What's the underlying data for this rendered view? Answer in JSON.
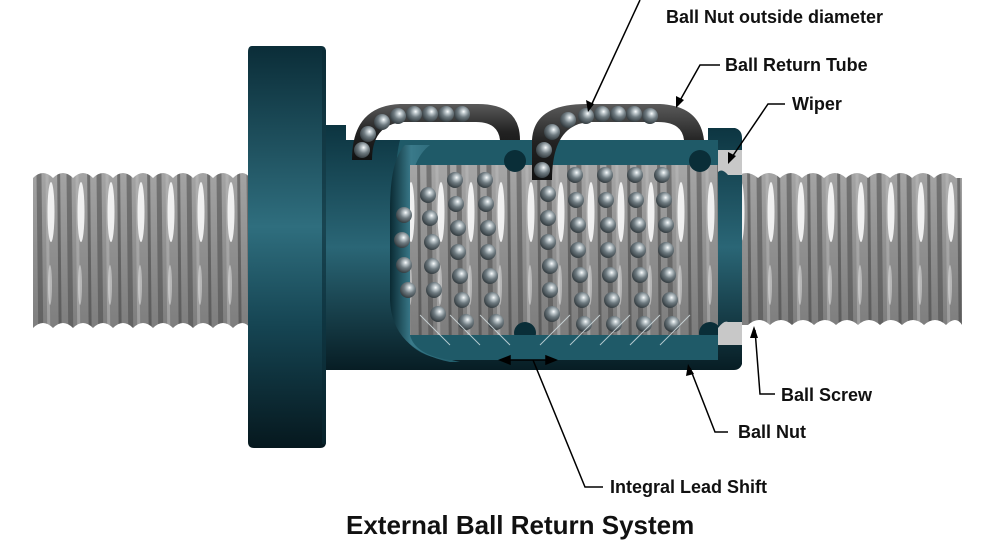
{
  "diagram": {
    "title": "External Ball Return System",
    "subject": "Ball screw assembly cutaway",
    "colors": {
      "nut": "#1f5a68",
      "nut_dark": "#0b2a33",
      "screw": "#8a8a8a",
      "balls": "#6e7a80",
      "return_tube": "#2a2a2a",
      "wiper": "#c8c8c8",
      "background": "#ffffff"
    },
    "labels": [
      {
        "id": "ball-nut-od",
        "text": "Ball Nut outside diameter"
      },
      {
        "id": "ball-return-tube",
        "text": "Ball Return Tube"
      },
      {
        "id": "wiper",
        "text": "Wiper"
      },
      {
        "id": "ball-screw",
        "text": "Ball Screw"
      },
      {
        "id": "ball-nut",
        "text": "Ball Nut"
      },
      {
        "id": "integral-lead-shift",
        "text": "Integral Lead Shift"
      }
    ]
  }
}
